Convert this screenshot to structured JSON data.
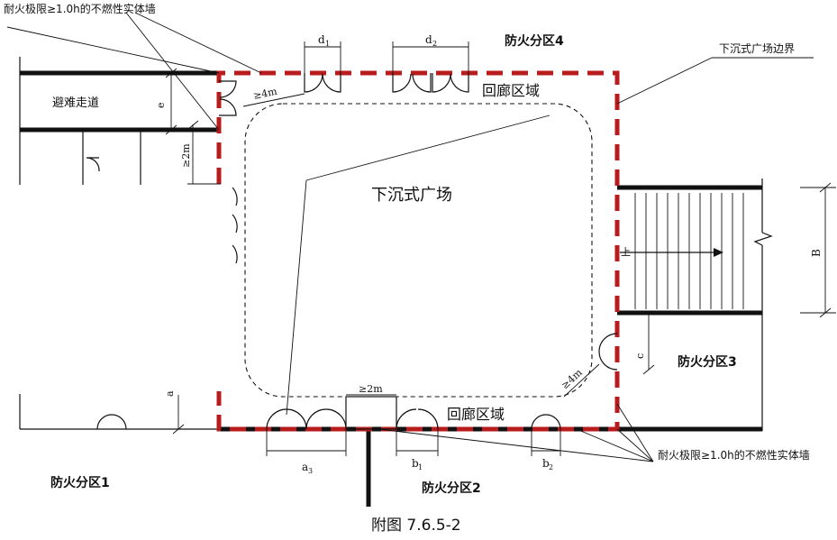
{
  "labels": {
    "wall_note_top": "耐火极限≥1.0h的不燃性实体墙",
    "wall_note_bottom": "耐火极限≥1.0h的不燃性实体墙",
    "zone4": "防火分区4",
    "zone3": "防火分区3",
    "zone2": "防火分区2",
    "zone1": "防火分区1",
    "boundary": "下沉式广场边界",
    "corridor_top": "回廊区域",
    "corridor_bottom": "回廊区域",
    "plaza": "下沉式广场",
    "evac_passage": "避难走道",
    "caption": "附图 7.6.5-2",
    "stair_up": "上"
  },
  "dims": {
    "d1": "d",
    "d1_sub": "1",
    "d2": "d",
    "d2_sub": "2",
    "a3": "a",
    "a3_sub": "3",
    "b1": "b",
    "b1_sub": "1",
    "b2": "b",
    "b2_sub": "2",
    "e": "e",
    "a": "a",
    "c": "c",
    "B": "B",
    "ge4m_top": "≥4m",
    "ge4m_right": "≥4m",
    "ge2m_left": "≥2m",
    "ge2m_bottom": "≥2m"
  }
}
